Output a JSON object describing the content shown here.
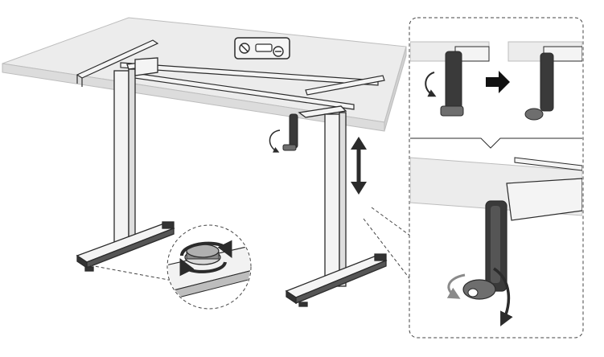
{
  "figure": {
    "colors": {
      "line": "#2b2b2b",
      "desktop_fill": "#e9e9e9",
      "desktop_edge": "#bdbdbd",
      "frame_fill": "#f4f4f4",
      "crank_dark": "#3a3a3a",
      "crank_mid": "#6e6e6e",
      "arrow_grey": "#8a8a8a",
      "background": "#ffffff"
    },
    "icons": [
      "spirit-level-icon",
      "crank-handle-icon",
      "height-adjust-arrow-icon",
      "rotate-arrow-icon",
      "step-arrow-icon",
      "leveling-foot-icon"
    ],
    "panels": [
      "overview",
      "crank-fold-detail",
      "crank-turn-detail",
      "foot-leveling-detail"
    ]
  }
}
